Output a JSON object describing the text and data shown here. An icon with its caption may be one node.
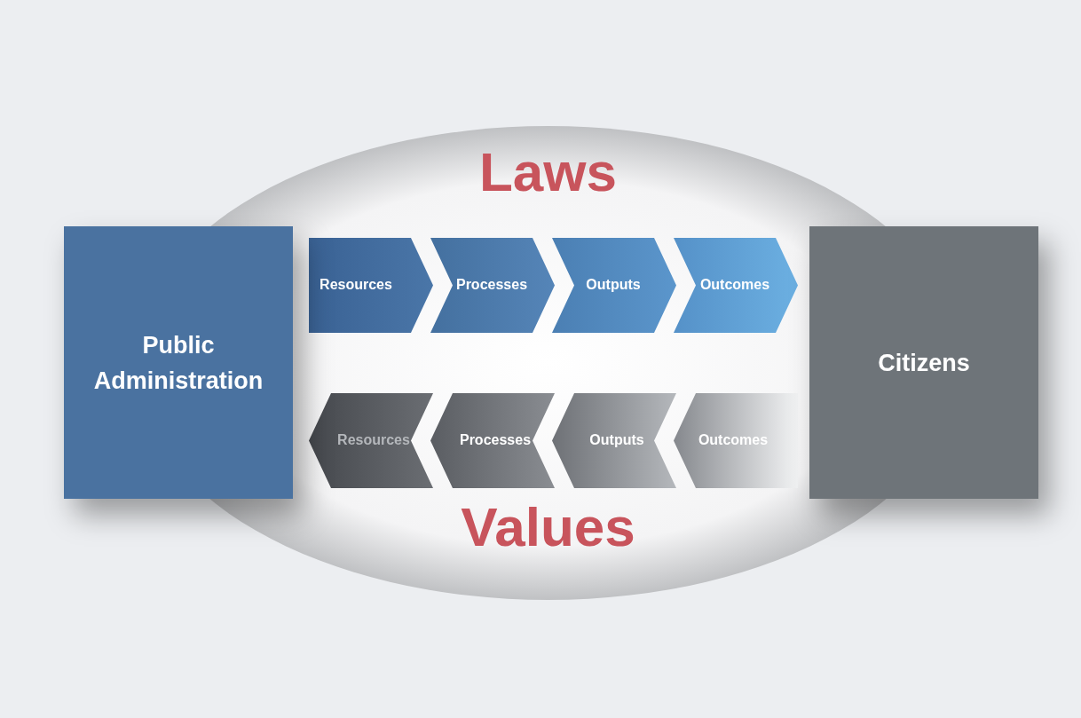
{
  "diagram": {
    "nodes": [
      {
        "text": [
          "Laws",
          "Values"
        ]
      },
      {
        "text": [
          "Public Administration"
        ]
      },
      {
        "text": [
          "Citizens"
        ]
      },
      {
        "text": [
          "Resources"
        ],
        "in": 0
      },
      {
        "text": [
          "Processes"
        ],
        "in": 0
      },
      {
        "text": [
          "Outputs"
        ],
        "in": 0
      },
      {
        "text": [
          "Outcomes"
        ],
        "in": 0
      },
      {
        "text": [
          "Resources"
        ],
        "in": 0
      },
      {
        "text": [
          "Processes"
        ],
        "in": 0
      },
      {
        "text": [
          "Outputs"
        ],
        "in": 0
      },
      {
        "text": [
          "Outcomes"
        ],
        "in": 0
      }
    ]
  }
}
